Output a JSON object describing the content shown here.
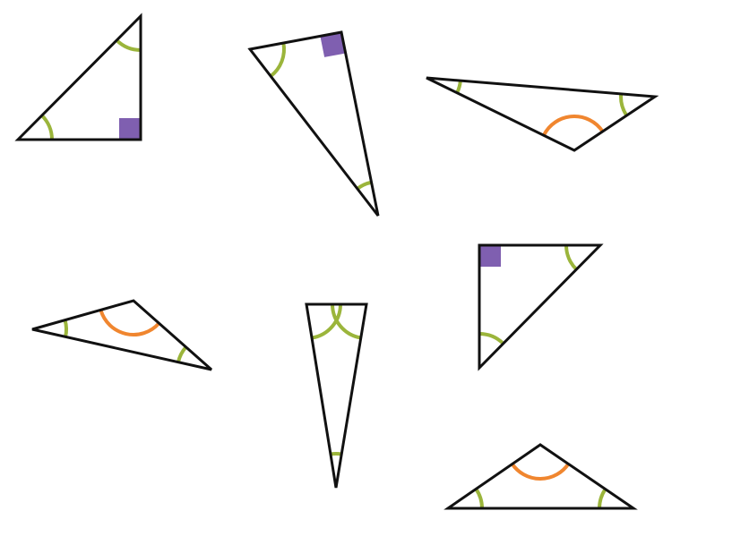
{
  "colors": {
    "background": "#ffffff",
    "outline": "#111111",
    "acute_angle_mark": "#9bb53b",
    "obtuse_angle_mark": "#f0862f",
    "right_angle_mark": "#7f5fb0"
  },
  "triangles": [
    {
      "name": "triangle-right-1",
      "kind": "right",
      "angle_marks": [
        "acute",
        "acute",
        "right"
      ]
    },
    {
      "name": "triangle-right-2",
      "kind": "right",
      "angle_marks": [
        "acute",
        "right",
        "acute"
      ]
    },
    {
      "name": "triangle-obtuse-1",
      "kind": "obtuse",
      "angle_marks": [
        "acute",
        "acute",
        "obtuse"
      ]
    },
    {
      "name": "triangle-obtuse-2",
      "kind": "obtuse",
      "angle_marks": [
        "acute",
        "obtuse",
        "acute"
      ]
    },
    {
      "name": "triangle-acute-1",
      "kind": "acute",
      "angle_marks": [
        "acute",
        "acute",
        "acute"
      ]
    },
    {
      "name": "triangle-right-3",
      "kind": "right",
      "angle_marks": [
        "right",
        "acute",
        "acute"
      ]
    },
    {
      "name": "triangle-obtuse-3",
      "kind": "obtuse",
      "angle_marks": [
        "acute",
        "obtuse",
        "acute"
      ]
    }
  ]
}
